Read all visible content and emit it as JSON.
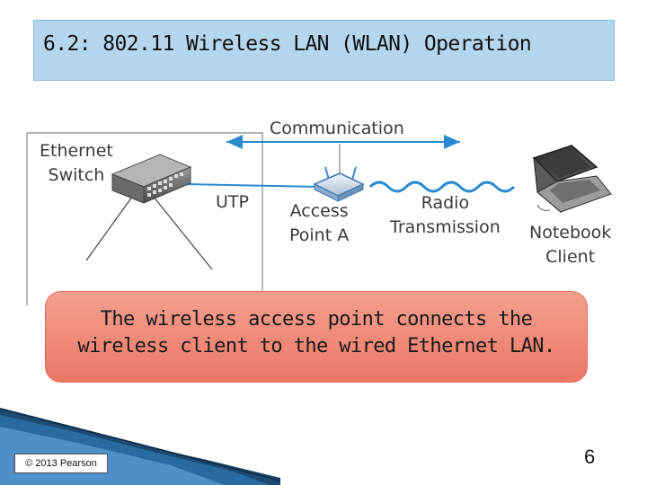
{
  "title": "6.2: 802.11 Wireless LAN (WLAN) Operation",
  "diagram": {
    "communication": "Communication",
    "switch": [
      "Ethernet",
      "Switch"
    ],
    "utp": "UTP",
    "access_point": [
      "Access",
      "Point A"
    ],
    "radio": [
      "Radio",
      "Transmission"
    ],
    "notebook": [
      "Notebook",
      "Client"
    ]
  },
  "callout": {
    "lines": [
      "The wireless access point connects the",
      "wireless client to the wired Ethernet LAN."
    ],
    "color": "#ec7765"
  },
  "footer": {
    "copyright": "© 2013 Pearson",
    "page_number": "6"
  }
}
